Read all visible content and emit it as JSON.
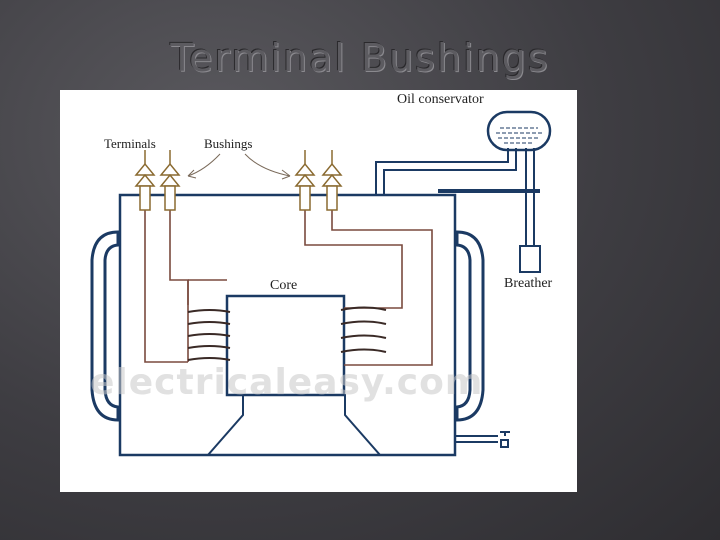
{
  "slide": {
    "title": "Terminal Bushings"
  },
  "diagram": {
    "labels": {
      "oil_conservator": "Oil conservator",
      "terminals": "Terminals",
      "bushings": "Bushings",
      "core": "Core",
      "breather": "Breather"
    },
    "watermark": "electricaleasy.com"
  }
}
